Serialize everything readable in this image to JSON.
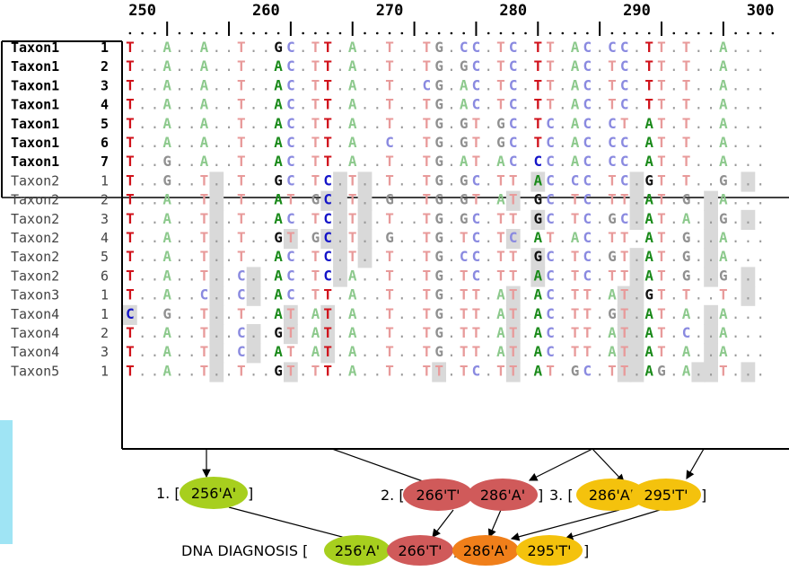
{
  "ruler": {
    "labels": [
      "250",
      "260",
      "270",
      "280",
      "290",
      "300"
    ],
    "label_cols": [
      1,
      11,
      21,
      31,
      41,
      51
    ]
  },
  "colors": {
    "A_strong": "#1a8a1a",
    "A_weak": "#8cc98c",
    "T_strong": "#d0121b",
    "T_weak": "#e89a9a",
    "C_strong": "#1515c8",
    "C_weak": "#8a8ae0",
    "G_strong": "#111111",
    "G_weak": "#909090",
    "dot": "#9a9a9a",
    "highlight": "#d9d9d9",
    "oval_green": "#a7cf1e",
    "oval_red": "#d05a5a",
    "oval_yellow": "#f4c20d",
    "oval_orange": "#f07f1a",
    "bracket_green": "#a7cf1e",
    "bracket_red": "#d05a5a",
    "bracket_yellow": "#e0a500",
    "left_bar": "#9fe4f4"
  },
  "strong_cols": [
    5,
    11,
    12,
    16,
    17,
    22,
    33,
    41,
    42,
    46,
    47,
    50,
    55
  ],
  "rows": [
    {
      "name": "Taxon1",
      "num": "1",
      "bold": true,
      "seq": "T..A..A..T..GC.TT.A..T..TG.CC.TC.TT.AC.CC.TT.T..A...",
      "hl": []
    },
    {
      "name": "Taxon1",
      "num": "2",
      "bold": true,
      "seq": "T..A..A..T..AC.TT.A..T..TG.GC.TC.TT.AC.TC.TT.T..A...",
      "hl": []
    },
    {
      "name": "Taxon1",
      "num": "3",
      "bold": true,
      "seq": "T..A..A..T..AC.TT.A..T..CG.AC.TC.TT.AC.TC.TT.T..A...",
      "hl": []
    },
    {
      "name": "Taxon1",
      "num": "4",
      "bold": true,
      "seq": "T..A..A..T..AC.TT.A..T..TG.AC.TC.TT.AC.TC.TT.T..A...",
      "hl": []
    },
    {
      "name": "Taxon1",
      "num": "5",
      "bold": true,
      "seq": "T..A..A..T..AC.TT.A..T..TG.GT.GC.TC.AC.CT.AT.T..A...",
      "hl": []
    },
    {
      "name": "Taxon1",
      "num": "6",
      "bold": true,
      "seq": "T..A..A..T..AC.TT.A..C..TG.GT.GC.TC.AC.CC.AT.T..A...",
      "hl": []
    },
    {
      "name": "Taxon1",
      "num": "7",
      "bold": true,
      "seq": "T..G..A..T..AC.TT.A..T..TG.AT.AC.CC.AC.CC.AT.T..A...",
      "hl": []
    },
    {
      "name": "Taxon2",
      "num": "1",
      "bold": false,
      "seq": "T..G..T..T..GC.TC.T..T..TG.GC.TT.AC.CC.TC.GT.T..G...",
      "hl": [
        7,
        17,
        19,
        33,
        41,
        50
      ]
    },
    {
      "name": "Taxon2",
      "num": "2",
      "bold": false,
      "seq": "T..A..T..T..AT.GC.T..G..TG.GT.AT.GC.TC.TT.AT.G..A...",
      "hl": [
        7,
        16,
        17,
        19,
        31,
        41,
        47
      ]
    },
    {
      "name": "Taxon2",
      "num": "3",
      "bold": false,
      "seq": "T..A..T..T..AC.TC.T..T..TG.GC.TT.GC.TC.GC.AT.A..G...",
      "hl": [
        7,
        17,
        19,
        33,
        41,
        47,
        50
      ]
    },
    {
      "name": "Taxon2",
      "num": "4",
      "bold": false,
      "seq": "T..A..T..T..GT.GC.T..G..TG.TC.TC.AT.AC.TT.AT.G..A...",
      "hl": [
        7,
        13,
        16,
        17,
        19,
        31,
        47
      ]
    },
    {
      "name": "Taxon2",
      "num": "5",
      "bold": false,
      "seq": "T..A..T..T..AC.TC.T..T..TG.CC.TT.GC.TC.GT.AT.G..A...",
      "hl": [
        7,
        17,
        19,
        33,
        41,
        47
      ]
    },
    {
      "name": "Taxon2",
      "num": "6",
      "bold": false,
      "seq": "T..A..T..C..AC.TC.A..T..TG.TC.TT.AC.TC.TT.AT.G..G...",
      "hl": [
        7,
        10,
        17,
        33,
        41,
        47,
        50
      ]
    },
    {
      "name": "Taxon3",
      "num": "1",
      "bold": false,
      "seq": "T..A..C..C..AC.TT.A..T..TG.TT.AT.AC.TT.AT.GT.T..T...",
      "hl": [
        7,
        10,
        31,
        40,
        41,
        50
      ]
    },
    {
      "name": "Taxon4",
      "num": "1",
      "bold": false,
      "seq": "C..G..T..T..AT.AT.A..T..TG.TT.AT.AC.TT.GT.AT.A..A...",
      "hl": [
        0,
        7,
        13,
        16,
        31,
        40,
        41,
        47
      ]
    },
    {
      "name": "Taxon4",
      "num": "2",
      "bold": false,
      "seq": "T..A..T..C..GT.AT.A..T..TG.TT.AT.AC.TT.AT.AT.C..A...",
      "hl": [
        7,
        10,
        13,
        16,
        31,
        40,
        41,
        47
      ]
    },
    {
      "name": "Taxon4",
      "num": "3",
      "bold": false,
      "seq": "T..A..T..C..AT.AT.A..T..TG.TT.AT.AC.TT.AT.AT.A..A...",
      "hl": [
        7,
        10,
        16,
        31,
        40,
        41,
        47
      ]
    },
    {
      "name": "Taxon5",
      "num": "1",
      "bold": false,
      "seq": "T..A..T..T..GT.TT.A..T..TT.TC.TT.AT.GC.TT.AG.A..T...",
      "hl": [
        7,
        13,
        25,
        31,
        40,
        41,
        46,
        47,
        50
      ]
    }
  ],
  "diagnosis": {
    "group1": {
      "prefix": "1. [",
      "items": [
        "256'A'"
      ],
      "suffix": "]"
    },
    "group2": {
      "prefix": "2. [",
      "items": [
        "266'T'",
        "286'A'"
      ],
      "suffix": "]"
    },
    "group3": {
      "prefix": "3. [",
      "items": [
        "286'A'",
        "295'T'"
      ],
      "suffix": "]"
    },
    "final_label": "DNA DIAGNOSIS [",
    "final_items": [
      "256'A'",
      "266'T'",
      "286'A'",
      "295'T'"
    ],
    "final_suffix": "]"
  }
}
